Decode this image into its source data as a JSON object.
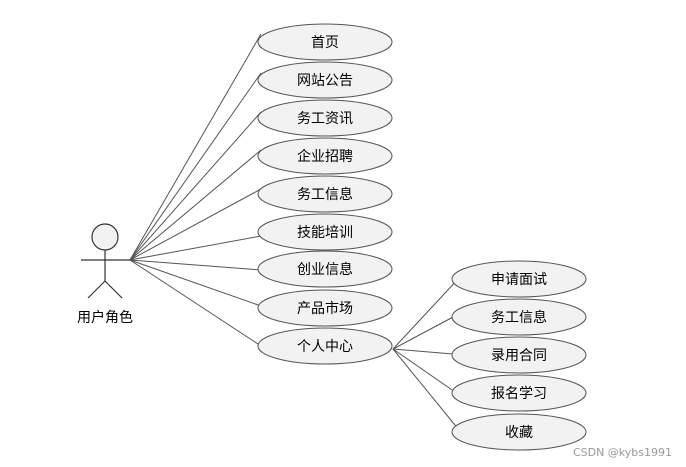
{
  "actor": {
    "label": "用户角色"
  },
  "use_cases": [
    {
      "label": "首页"
    },
    {
      "label": "网站公告"
    },
    {
      "label": "务工资讯"
    },
    {
      "label": "企业招聘"
    },
    {
      "label": "务工信息"
    },
    {
      "label": "技能培训"
    },
    {
      "label": "创业信息"
    },
    {
      "label": "产品市场"
    },
    {
      "label": "个人中心"
    }
  ],
  "sub_use_cases": [
    {
      "label": "申请面试"
    },
    {
      "label": "务工信息"
    },
    {
      "label": "录用合同"
    },
    {
      "label": "报名学习"
    },
    {
      "label": "收藏"
    }
  ],
  "watermark": "CSDN @kybs1991"
}
